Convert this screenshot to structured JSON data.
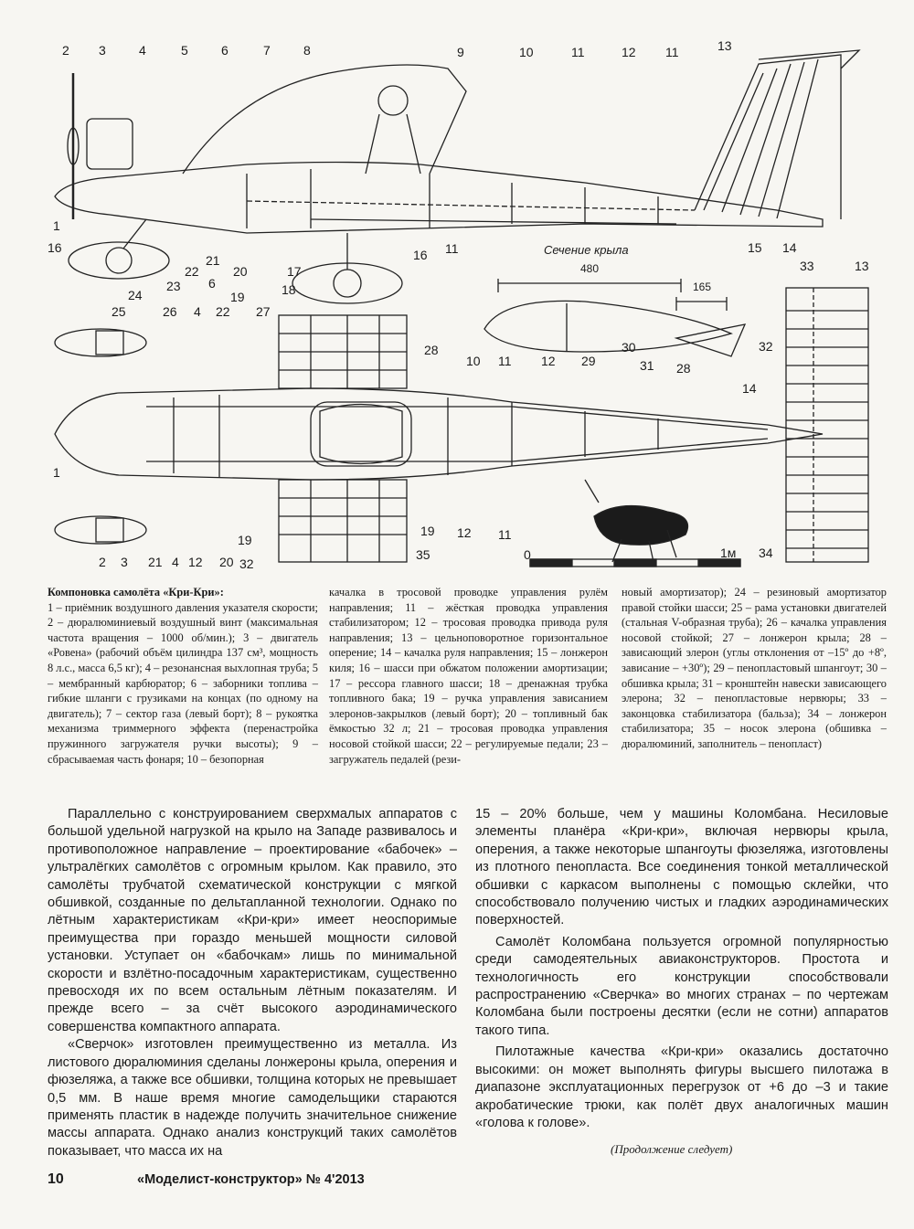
{
  "drawing": {
    "callouts_top": [
      "2",
      "3",
      "4",
      "5",
      "6",
      "7",
      "8",
      "9",
      "10",
      "11",
      "12",
      "11",
      "13"
    ],
    "callouts_side": [
      "1",
      "16",
      "24",
      "23",
      "22",
      "21",
      "20",
      "6",
      "19",
      "18",
      "17",
      "16",
      "11",
      "15",
      "14"
    ],
    "callouts_plan": [
      "25",
      "26",
      "4",
      "22",
      "27",
      "28",
      "10",
      "11",
      "12",
      "29",
      "14",
      "32",
      "1",
      "2",
      "3",
      "21",
      "4",
      "12",
      "20",
      "19",
      "32",
      "19",
      "12",
      "11",
      "35",
      "34"
    ],
    "wing_section_title": "Сечение крыла",
    "dim_chord": "480",
    "dim_aileron": "165",
    "section_callouts": [
      "30",
      "31",
      "28"
    ],
    "tail_callouts": [
      "33",
      "13"
    ],
    "scale_zero": "0",
    "scale_one": "1м"
  },
  "caption": {
    "title": "Компоновка самолёта «Кри-Кри»:",
    "col1": "1 – приёмник воздушного давления указателя скорости; 2 – дюралюминиевый воздушный винт (максимальная частота вращения – 1000 об/мин.); 3 – двигатель «Ровена» (рабочий объём цилиндра 137 см³, мощность 8 л.с., масса 6,5 кг); 4 – резонансная выхлопная труба; 5 – мембранный карбюратор; 6 – заборники топлива – гибкие шланги с грузиками на концах (по одному на двигатель); 7 – сектор газа (левый борт); 8 – рукоятка механизма триммерного эффекта (перенастройка пружинного загружателя ручки высоты); 9 – сбрасываемая часть фонаря; 10 – безопорная",
    "col2": "качалка в тросовой проводке управления рулём направления; 11 – жёсткая проводка управления стабилизатором; 12 – тросовая проводка привода руля направления; 13 – цельноповоротное горизонтальное оперение; 14 – качалка руля направления; 15 – лонжерон киля; 16 – шасси при обжатом положении амортизации; 17 – рессора главного шасси; 18 – дренажная трубка топливного бака; 19 – ручка управления зависанием элеронов-закрылков (левый борт); 20 – топливный бак ёмкостью 32 л; 21 – тросовая проводка управления носовой стойкой шасси; 22 – регулируемые педали; 23 – загружатель педалей (рези-",
    "col3": "новый амортизатор); 24 – резиновый амортизатор правой стойки шасси; 25 – рама установки двигателей (стальная V-образная труба); 26 – качалка управления носовой стойкой; 27 – лонжерон крыла; 28 – зависающий элерон (углы отклонения от –15º до +8º, зависание – +30º); 29 – пенопластовый шпангоут; 30 – обшивка крыла; 31 – кронштейн навески зависающего элерона; 32 – пенопластовые нервюры; 33 – законцовка стабилизатора (бальза); 34 – лонжерон стабилизатора; 35 – носок элерона (обшивка – дюралюминий, заполнитель – пенопласт)"
  },
  "article": {
    "left_p1": "Параллельно с конструированием сверхмалых аппаратов с большой удельной нагрузкой на крыло на Западе развивалось и противоположное направление – проектирование «бабочек» – ультралёгких самолётов с огромным крылом. Как правило, это самолёты трубчатой схематической конструкции с мягкой обшивкой, созданные по дельтапланной технологии. Однако по лётным характеристикам «Кри-кри» имеет неоспоримые преимущества при гораздо меньшей мощности силовой установки. Уступает он «бабочкам» лишь по минимальной скорости и взлётно-посадочным характеристикам, существенно превосходя их по всем остальным лётным показателям. И прежде всего – за счёт высокого аэродинамического совершенства компактного аппарата.",
    "left_p2": "«Сверчок» изготовлен преимущественно из металла. Из листового дюралюминия сделаны лонжероны крыла, оперения и фюзеляжа, а также все обшивки, толщина которых не превышает 0,5 мм. В наше время многие самодельщики стараются применять пластик в надежде получить значительное снижение массы аппарата. Однако анализ конструкций таких самолётов показывает, что масса их на",
    "right_p1": "15 – 20% больше, чем у машины Коломбана. Несиловые элементы планёра «Кри-кри», включая нервюры крыла, оперения, а также некоторые шпангоуты фюзеляжа, изготовлены из плотного пенопласта. Все соединения тонкой металлической обшивки с каркасом выполнены с помощью склейки, что способствовало получению чистых и гладких аэродинамических поверхностей.",
    "right_p2": "Самолёт Коломбана пользуется огромной популярностью среди самодеятельных авиаконструкторов. Простота и технологичность его конструкции способствовали распространению «Сверчка» во многих странах – по чертежам Коломбана были построены десятки (если не сотни) аппаратов такого типа.",
    "right_p3": "Пилотажные качества «Кри-кри» оказались достаточно высокими: он может выполнять фигуры высшего пилотажа в диапазоне эксплуатационных перегрузок от +6 до –3 и такие акробатические трюки, как полёт двух аналогичных машин «голова к голове».",
    "continued": "(Продолжение следует)"
  },
  "footer": {
    "page_number": "10",
    "journal": "«Моделист-конструктор» № 4'2013"
  }
}
